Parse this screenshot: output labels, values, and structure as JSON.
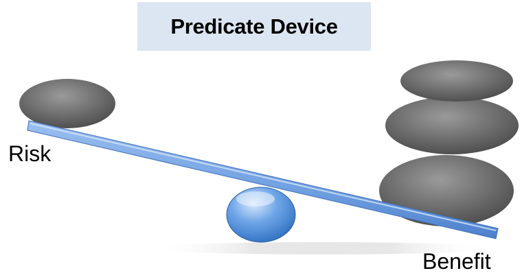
{
  "title": "Predicate Device",
  "labels": {
    "left": "Risk",
    "right": "Benefit"
  },
  "colors": {
    "title_bg": "#dce6f2",
    "beam": "#6f9fe0",
    "fulcrum": "#4f8fdc",
    "stone": "#6e6e6e"
  },
  "stones": {
    "left_count": 1,
    "right_count": 3
  }
}
